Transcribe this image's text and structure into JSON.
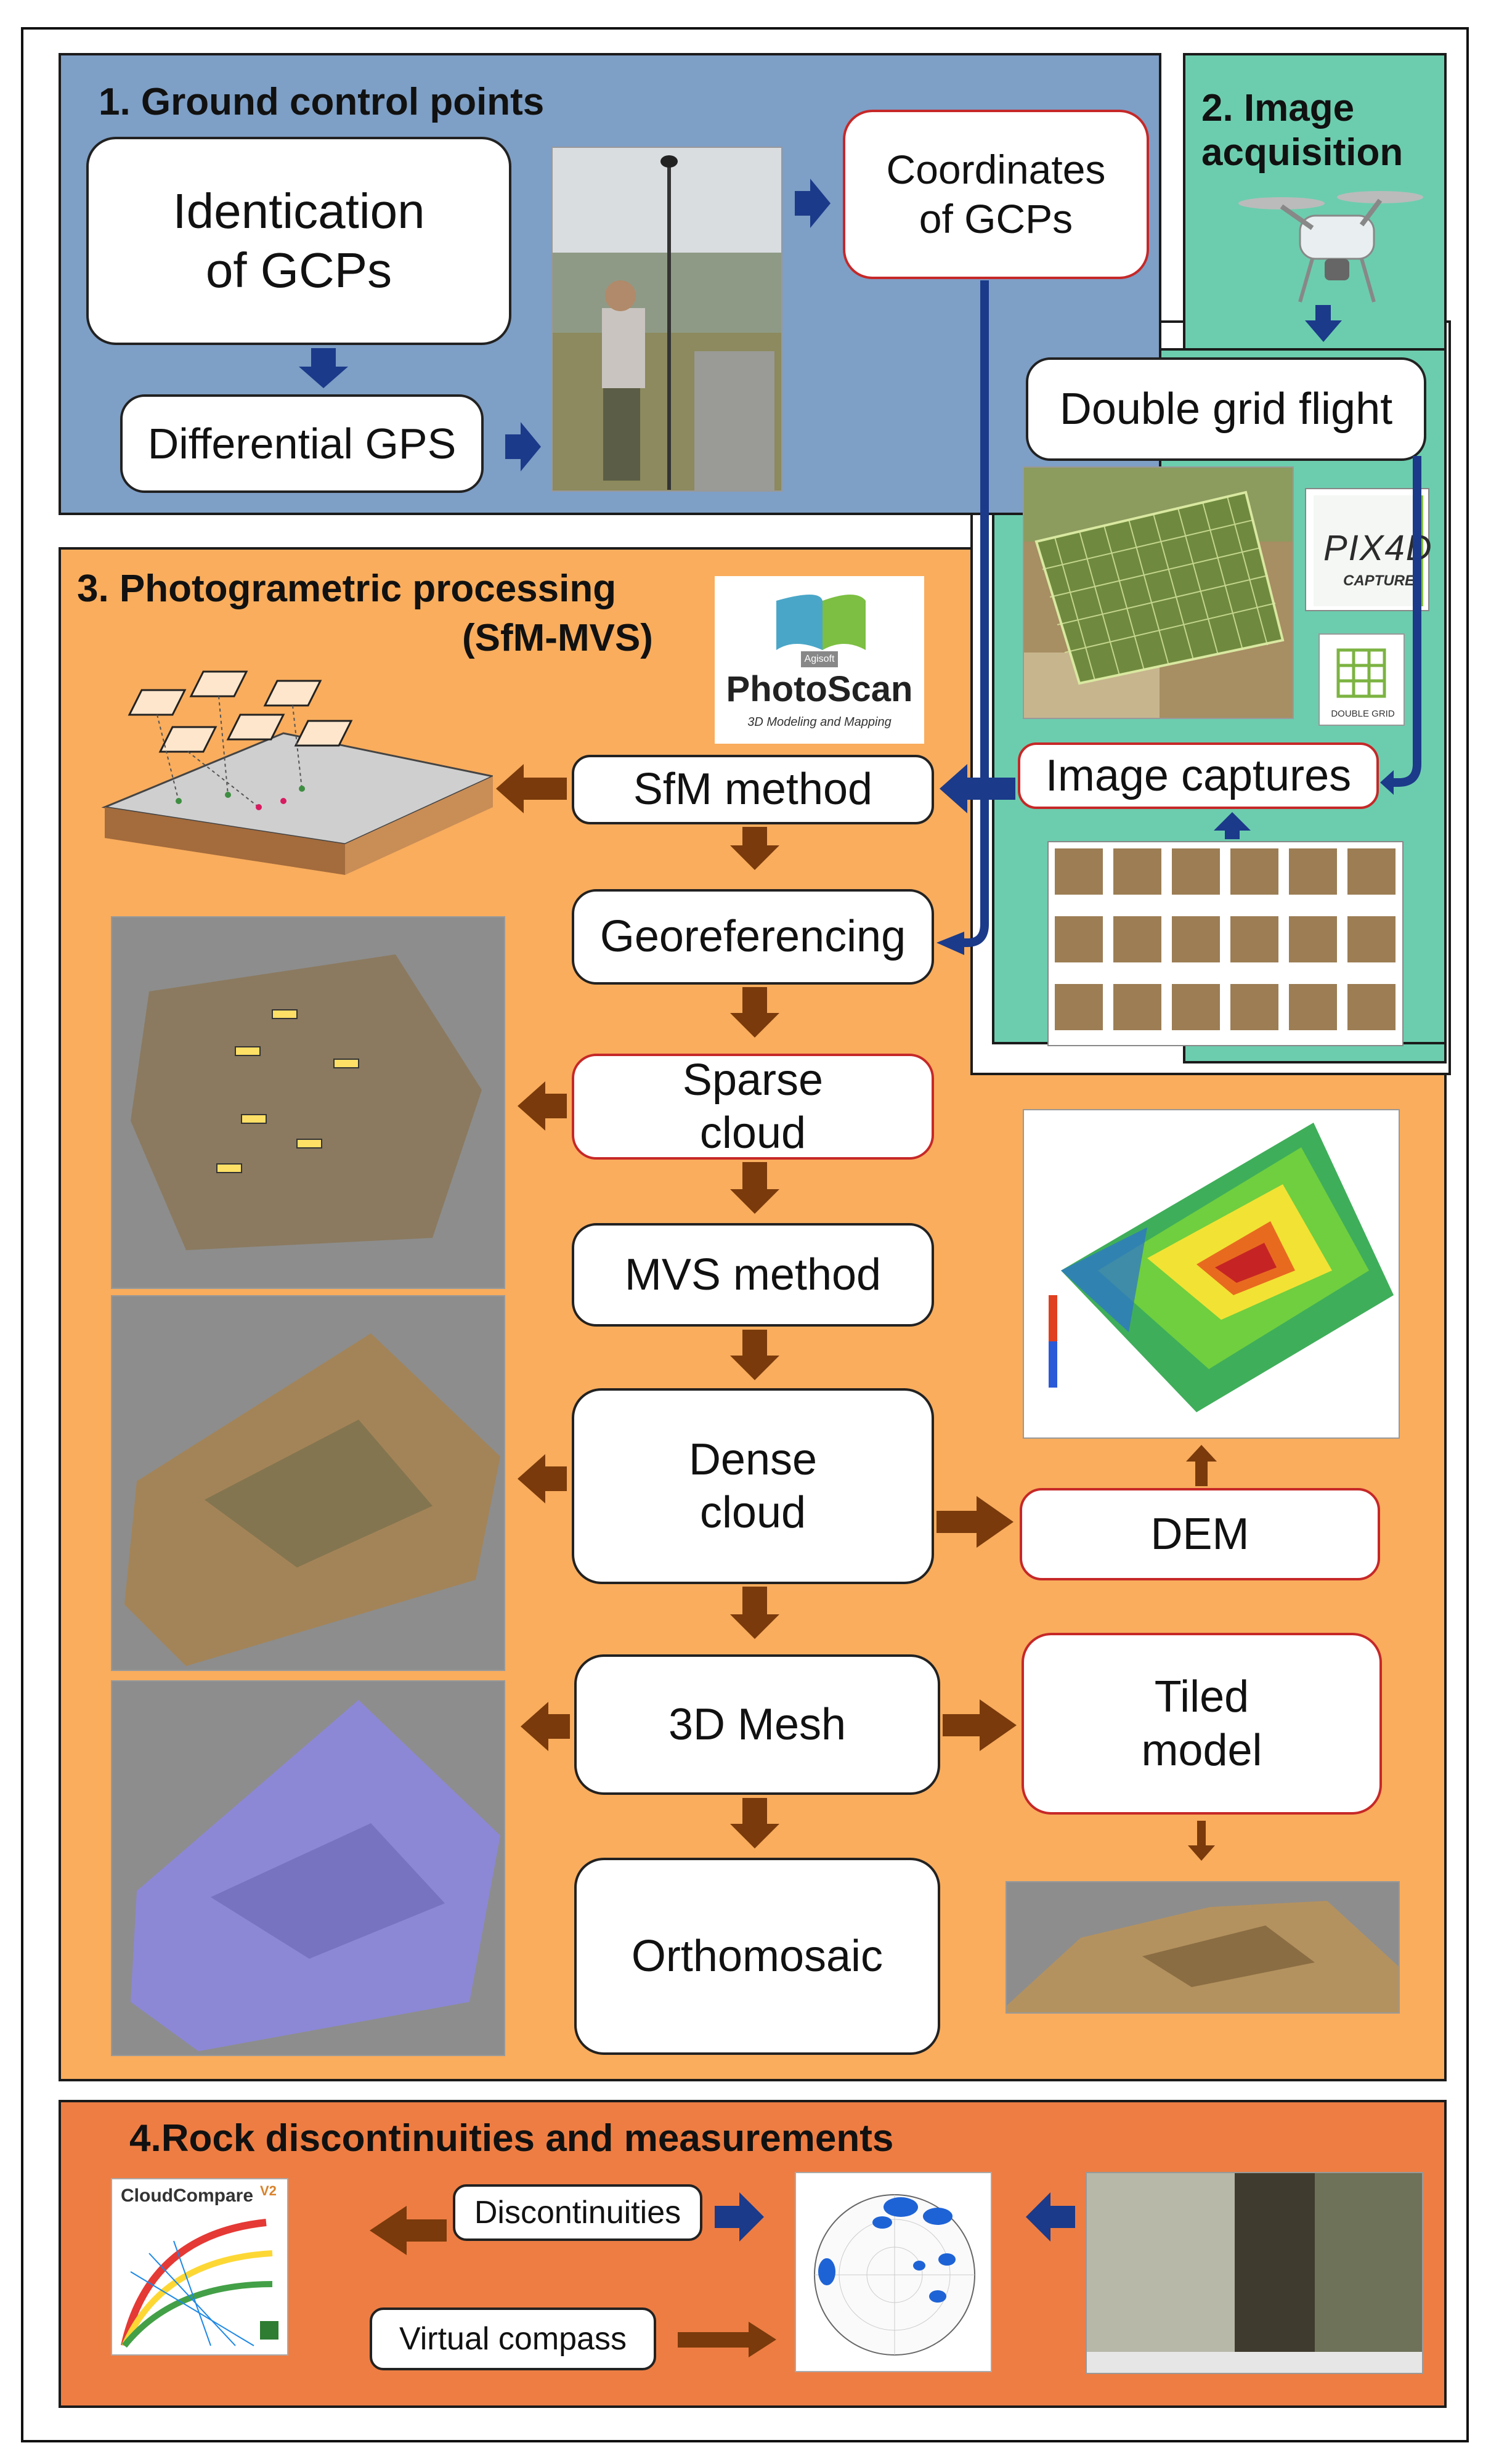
{
  "panels": {
    "p1_title": "1. Ground control points",
    "p2_title_line1": "2. Image",
    "p2_title_line2": "acquisition",
    "p3_title": "3. Photogrametric processing",
    "p3_subtitle": "(SfM-MVS)",
    "p4_title": "4.Rock discontinuities and measurements"
  },
  "nodes": {
    "ident_line1": "Identication",
    "ident_line2": "of GCPs",
    "dgps": "Differential GPS",
    "coords_line1": "Coordinates",
    "coords_line2": "of GCPs",
    "double_grid": "Double grid flight",
    "image_captures": "Image captures",
    "sfm": "SfM method",
    "georef": "Georeferencing",
    "sparse_line1": "Sparse",
    "sparse_line2": "cloud",
    "mvs": "MVS method",
    "dense_line1": "Dense",
    "dense_line2": "cloud",
    "dem": "DEM",
    "mesh": "3D Mesh",
    "tiled_line1": "Tiled",
    "tiled_line2": "model",
    "ortho": "Orthomosaic",
    "discontinuities": "Discontinuities",
    "virtual_compass": "Virtual compass"
  },
  "logos": {
    "photoscan_small": "Agisoft",
    "photoscan_name": "PhotoScan",
    "photoscan_tag": "3D Modeling and Mapping",
    "pix4d_name": "PIX4D",
    "pix4d_tag": "CAPTURE",
    "double_grid_icon_label": "DOUBLE GRID",
    "cloudcompare_name": "CloudCompare",
    "cloudcompare_version": "V2"
  },
  "colors": {
    "panel1": "#7e9fc6",
    "panel2": "#6ccdae",
    "panel3": "#f9ad5d",
    "panel4": "#ee7d43",
    "arrow_blue": "#1b3a8a",
    "arrow_brown": "#7a3a0b",
    "box_red_border": "#c62828"
  }
}
